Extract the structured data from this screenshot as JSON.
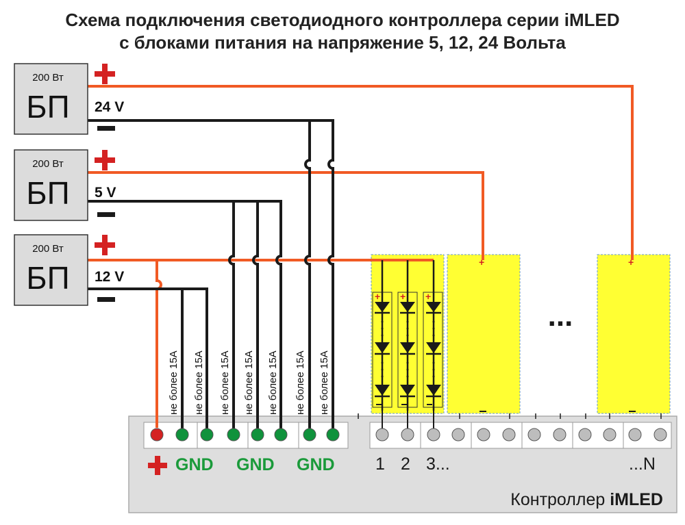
{
  "title": {
    "line1": "Схема подключения светодиодного контроллера серии iMLED",
    "line2": "с блоками питания на напряжение 5, 12, 24 Вольта"
  },
  "psus": [
    {
      "power": "200 Вт",
      "name": "БП",
      "voltage": "24 V"
    },
    {
      "power": "200 Вт",
      "name": "БП",
      "voltage": "5 V"
    },
    {
      "power": "200 Вт",
      "name": "БП",
      "voltage": "12 V"
    }
  ],
  "wire_label": "не более 15А",
  "controller": {
    "name_regular": "Контроллер ",
    "name_bold": "iMLED",
    "gnd_label": "GND",
    "channel_labels": [
      "1",
      "2",
      "3...",
      "...N"
    ]
  },
  "ellipsis": "...",
  "colors": {
    "positive_wire": "#f15a24",
    "negative_wire": "#1a1a1a",
    "led_strip": "#ffff33",
    "plus_terminal": "#d42222",
    "gnd_terminal": "#10923c",
    "channel_terminal": "#bdbdbd",
    "psu_box": "#dcdcdc",
    "controller_box": "#dedede",
    "gnd_text": "#1a9a3a"
  }
}
